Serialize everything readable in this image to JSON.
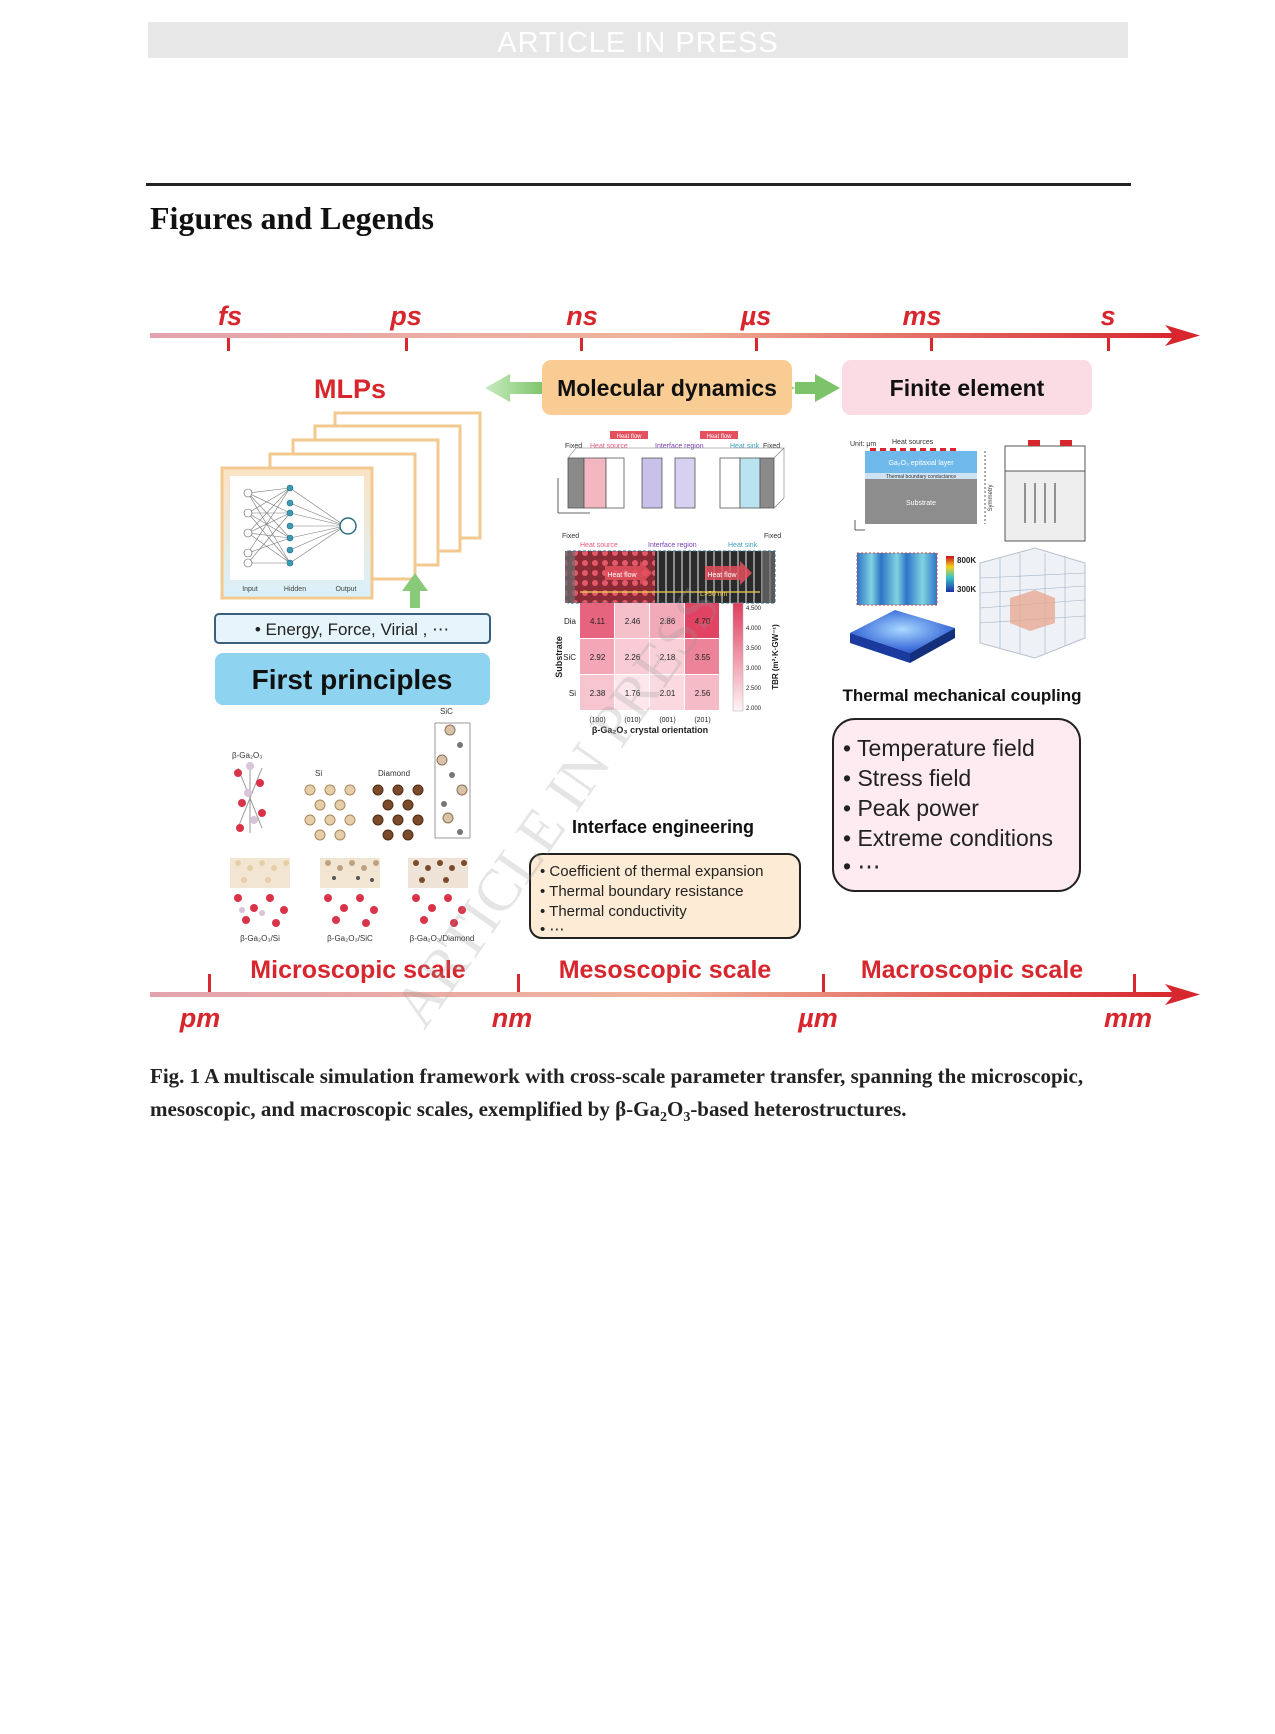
{
  "header": {
    "banner": "ARTICLE IN PRESS"
  },
  "section": {
    "title": "Figures and Legends"
  },
  "figure": {
    "time_axis": [
      "fs",
      "ps",
      "ns",
      "µs",
      "ms",
      "s"
    ],
    "length_axis": [
      "pm",
      "nm",
      "µm",
      "mm"
    ],
    "scales": [
      "Microscopic scale",
      "Mesoscopic scale",
      "Macroscopic scale"
    ],
    "mlps": {
      "title": "MLPs",
      "panel_labels": [
        "Input",
        "Hidden",
        "Output"
      ],
      "outputs": [
        "Energy, Force, Virial , ⋯"
      ]
    },
    "first_principles": {
      "title": "First principles",
      "structures": [
        "β-Ga₂O₃",
        "Si",
        "Diamond",
        "SiC"
      ],
      "interfaces": [
        "β-Ga₂O₃/Si",
        "β-Ga₂O₃/SiC",
        "β-Ga₂O₃/Diamond"
      ]
    },
    "md": {
      "title": "Molecular dynamics",
      "labels": {
        "fixed": "Fixed",
        "heat_source": "Heat source",
        "heat_flow": "Heat flow",
        "interface_region": "Interface region",
        "heat_sink": "Heat sink",
        "length": "L>50 nm"
      },
      "heatmap": {
        "rows": [
          "Dia",
          "SiC",
          "Si"
        ],
        "cols": [
          "(100)",
          "(010)",
          "(001)",
          "(201)"
        ],
        "values": [
          [
            4.11,
            2.46,
            2.86,
            4.7
          ],
          [
            2.92,
            2.26,
            2.18,
            3.55
          ],
          [
            2.38,
            1.76,
            2.01,
            2.56
          ]
        ],
        "ylabel": "Substrate",
        "xlabel": "β-Ga₂O₃ crystal orientation",
        "colorbar_label": "TBR (m²·K·GW⁻¹)",
        "colorbar_ticks": [
          "4.500",
          "4.000",
          "3.500",
          "3.000",
          "2.500",
          "2.000"
        ]
      },
      "subtitle": "Interface engineering",
      "bullets": [
        "Coefficient of thermal expansion",
        "Thermal boundary resistance",
        "Thermal conductivity",
        "⋯"
      ]
    },
    "fe": {
      "title": "Finite element",
      "labels": {
        "unit": "Unit: μm",
        "heat_sources": "Heat sources",
        "epi_layer": "Ga₂O₃ epitaxial layer",
        "tbc": "Thermal boundary conductance",
        "substrate": "Substrate",
        "symmetry": "Symmetry",
        "t_high": "800K",
        "t_low": "300K"
      },
      "subtitle": "Thermal mechanical coupling",
      "bullets": [
        "Temperature field",
        "Stress field",
        "Peak power",
        "Extreme conditions",
        "⋯"
      ]
    }
  },
  "caption": {
    "label": "Fig. 1",
    "text1": " A multiscale simulation framework with cross-scale parameter transfer, spanning the microscopic, mesoscopic, and macroscopic scales, exemplified by β-Ga",
    "text2": "O",
    "text3": "-based heterostructures."
  },
  "colors": {
    "accent_red": "#d7262d",
    "md_box": "#f9cc93",
    "fp_box": "#8ed3f0",
    "fe_box": "#fbdbe4"
  }
}
